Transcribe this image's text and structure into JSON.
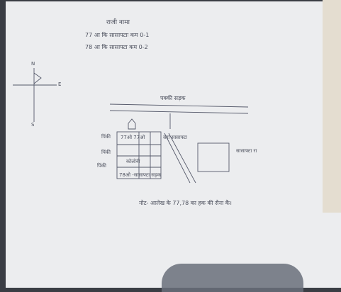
{
  "document": {
    "heading": "राजी नामा",
    "lines": [
      "77 आ कि सासाफ्टाः कम 0-1",
      "78 आ कि सासाफ्टा कम 0-2"
    ],
    "compass": {
      "north": "N",
      "east": "E",
      "south": "S"
    },
    "road_label": "पक्की सड़क",
    "plot_labels": [
      "77ओ 77ओ",
      "सरा सासाफ्टा",
      "कोलोनी",
      "78ओ -सासाफ्टा सड़क"
    ],
    "right_box_label": "सासाफ्टा रा",
    "left_labels": [
      "पिंकी",
      "पिंकी",
      "पिंकी"
    ],
    "note": "नोट- आलेख के 77,78 का हक की सैना कैं।"
  },
  "colors": {
    "paper": "#ecedef",
    "ink": "#55596a",
    "background": "#3a3d44"
  }
}
